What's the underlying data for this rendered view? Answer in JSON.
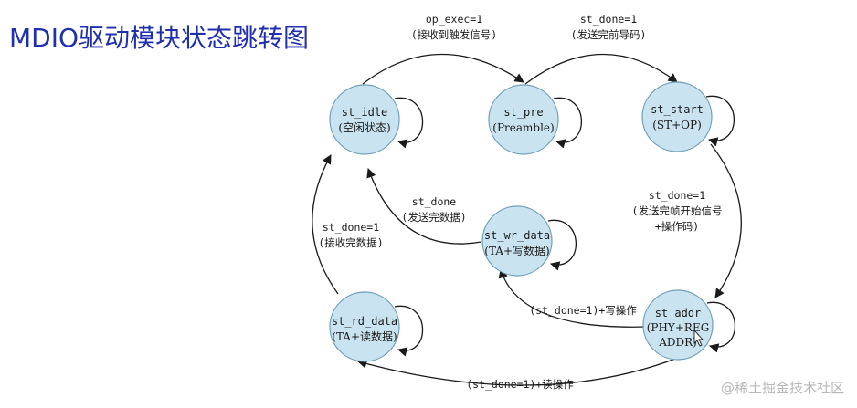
{
  "title": "MDIO驱动模块状态跳转图",
  "watermark": "@稀土掘金技术社区",
  "states": [
    {
      "id": "st_idle",
      "name": "st_idle",
      "sub": "(空闲状态)"
    },
    {
      "id": "st_pre",
      "name": "st_pre",
      "sub": "(Preamble)"
    },
    {
      "id": "st_start",
      "name": "st_start",
      "sub": "(ST+OP)"
    },
    {
      "id": "st_wr_data",
      "name": "st_wr_data",
      "sub": "(TA+写数据)"
    },
    {
      "id": "st_rd_data",
      "name": "st_rd_data",
      "sub": "(TA+读数据)"
    },
    {
      "id": "st_addr",
      "name": "st_addr",
      "sub": "(PHY+REG",
      "sub2": "ADDR)"
    }
  ],
  "transitions": [
    {
      "from": "st_idle",
      "to": "st_pre",
      "line1": "op_exec=1",
      "line2": "(接收到触发信号)"
    },
    {
      "from": "st_pre",
      "to": "st_start",
      "line1": "st_done=1",
      "line2": "(发送完前导码)"
    },
    {
      "from": "st_start",
      "to": "st_addr",
      "line1": "st_done=1",
      "line2": "(发送完帧开始信号",
      "line3": "+操作码)"
    },
    {
      "from": "st_wr_data",
      "to": "st_idle",
      "line1": "st_done",
      "line2": "(发送完数据)"
    },
    {
      "from": "st_rd_data",
      "to": "st_idle",
      "line1": "st_done=1",
      "line2": "(接收完数据)"
    },
    {
      "from": "st_addr",
      "to": "st_wr_data",
      "line1": "(st_done=1)+写操作"
    },
    {
      "from": "st_addr",
      "to": "st_rd_data",
      "line1": "(st_done=1)+读操作"
    }
  ]
}
